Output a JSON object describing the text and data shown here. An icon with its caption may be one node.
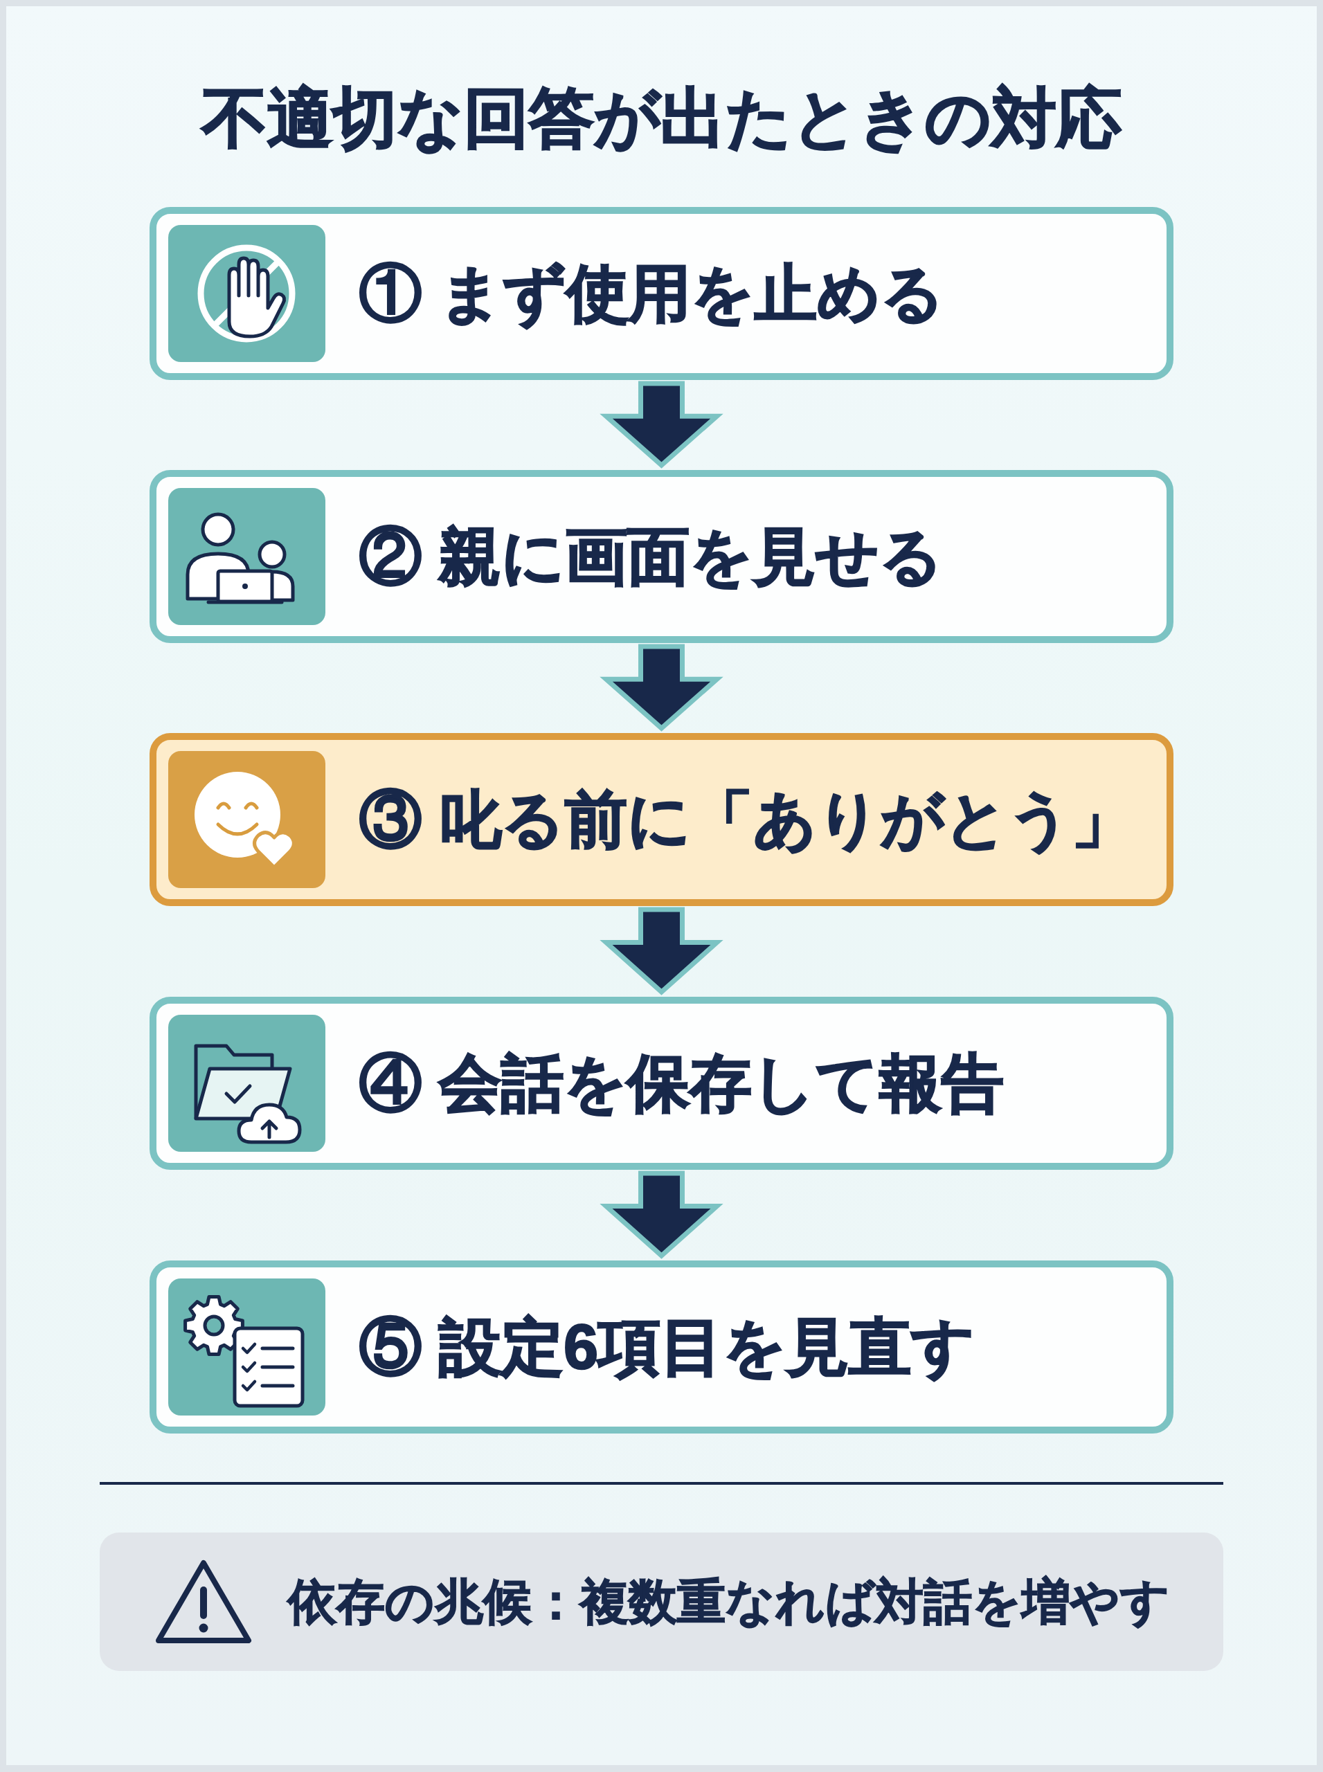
{
  "diagram": {
    "title": "不適切な回答が出たときの対応",
    "nodes": [
      {
        "text": [
          "① まず使用を止める"
        ]
      },
      {
        "text": [
          "② 親に画面を見せる"
        ]
      },
      {
        "text": [
          "③ 叱る前に「ありがとう」"
        ]
      },
      {
        "text": [
          "④ 会話を保存して報告"
        ]
      },
      {
        "text": [
          "⑤ 設定6項目を見直す"
        ]
      },
      {
        "text": [
          "依存の兆候：複数重なれば対話を増やす"
        ]
      }
    ],
    "edges": [
      {
        "from": 0,
        "to": 1,
        "arrow": "to"
      },
      {
        "from": 1,
        "to": 2,
        "arrow": "to"
      },
      {
        "from": 2,
        "to": 3,
        "arrow": "to"
      },
      {
        "from": 3,
        "to": 4,
        "arrow": "to"
      }
    ]
  }
}
